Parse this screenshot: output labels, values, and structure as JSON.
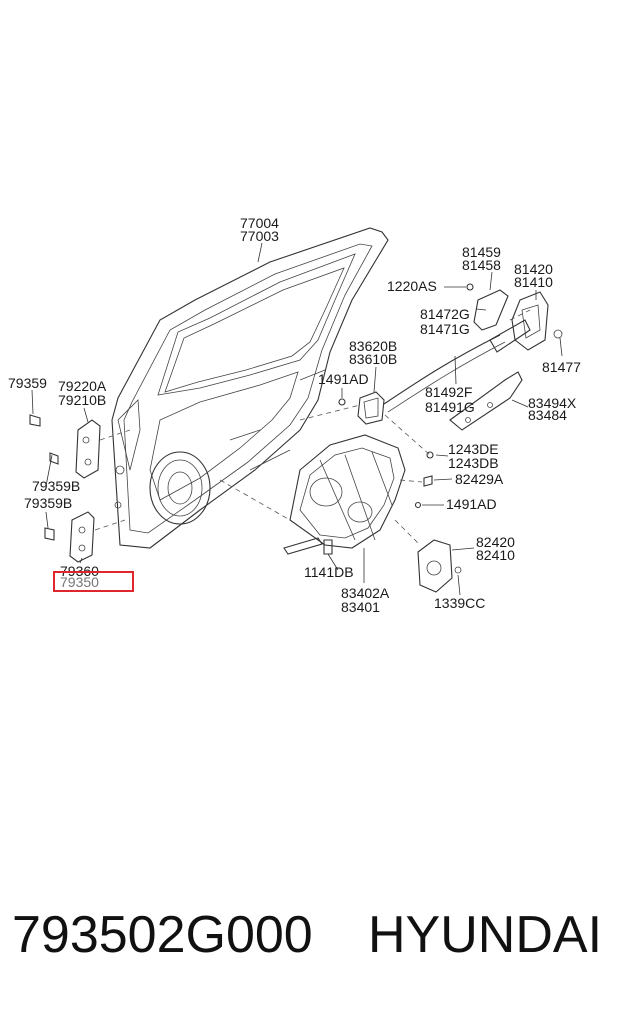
{
  "diagram": {
    "labels": [
      "77004",
      "77003",
      "81459",
      "81458",
      "1220AS",
      "81420",
      "81410",
      "81472G",
      "81471G",
      "81477",
      "83620B",
      "83610B",
      "1491AD",
      "81492F",
      "81491G",
      "83494X",
      "83484",
      "79359",
      "79220A",
      "79210B",
      "1243DE",
      "1243DB",
      "82429A",
      "79359B",
      "79359B",
      "1491AD",
      "82420",
      "82410",
      "79360",
      "79350",
      "1141DB",
      "83402A",
      "83401",
      "1339CC"
    ],
    "highlighted_part": "79350",
    "highlight_color": "#e0262b"
  },
  "footer": {
    "part_number": "793502G000",
    "brand": "HYUNDAI"
  }
}
